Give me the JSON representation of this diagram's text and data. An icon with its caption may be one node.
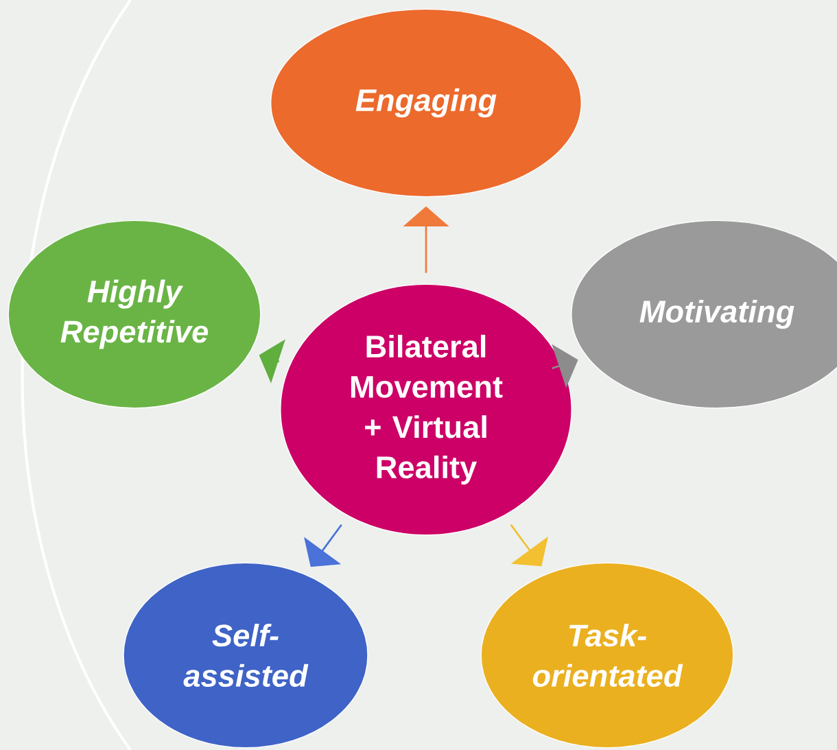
{
  "diagram": {
    "nodes": [
      {
        "text": [
          "Bilateral Movement + Virtual Reality"
        ]
      },
      {
        "text": [
          "Engaging"
        ]
      },
      {
        "text": [
          "Motivating"
        ]
      },
      {
        "text": [
          "Task-orientated"
        ]
      },
      {
        "text": [
          "Self-assisted"
        ]
      },
      {
        "text": [
          "Highly Repetitive"
        ]
      }
    ],
    "edges": [
      {
        "from": 0,
        "to": 1,
        "arrow": "to",
        "color": "#f07a3a"
      },
      {
        "from": 0,
        "to": 2,
        "arrow": "to",
        "color": "#8c8c8c"
      },
      {
        "from": 0,
        "to": 3,
        "arrow": "to",
        "color": "#f2c030"
      },
      {
        "from": 0,
        "to": 4,
        "arrow": "to",
        "color": "#4a72d8"
      },
      {
        "from": 0,
        "to": 5,
        "arrow": "to",
        "color": "#5fae3e"
      }
    ]
  }
}
